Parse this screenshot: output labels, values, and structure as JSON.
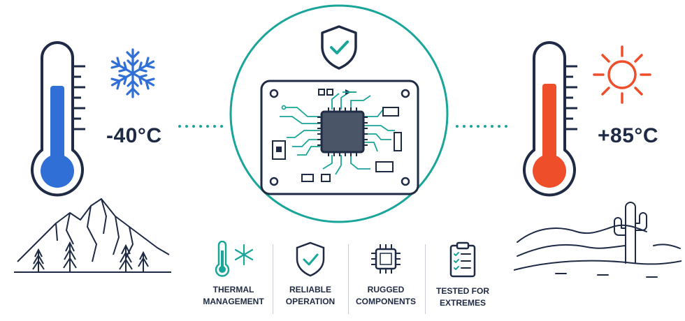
{
  "cold": {
    "temperature": "-40°C"
  },
  "hot": {
    "temperature": "+85°C"
  },
  "features": [
    {
      "line1": "THERMAL",
      "line2": "MANAGEMENT"
    },
    {
      "line1": "RELIABLE",
      "line2": "OPERATION"
    },
    {
      "line1": "RUGGED",
      "line2": "COMPONENTS"
    },
    {
      "line1": "TESTED FOR",
      "line2": "EXTREMES"
    }
  ],
  "colors": {
    "navy": "#1f2a44",
    "cold_blue": "#2f6fd6",
    "hot_red": "#ef4e2a",
    "teal": "#1aa59a",
    "chip_gray": "#4a5568"
  },
  "icons": [
    "thermometer-cold-icon",
    "snowflake-icon",
    "shield-check-icon",
    "circuit-board-icon",
    "thermometer-hot-icon",
    "sun-icon",
    "microchip-icon",
    "clipboard-checklist-icon"
  ]
}
